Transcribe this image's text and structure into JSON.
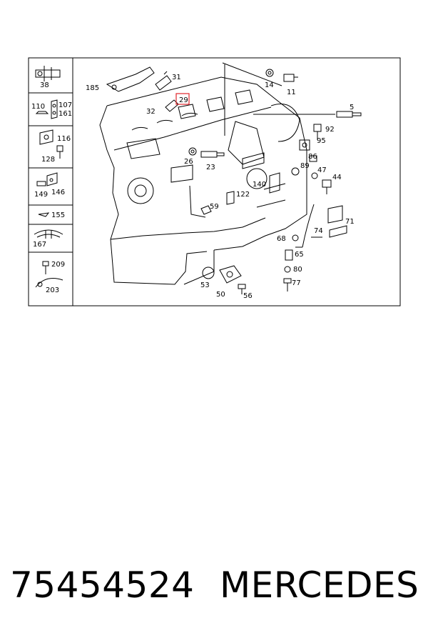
{
  "diagram": {
    "highlight_color": "#e0262b",
    "sidebar_callouts": [
      "38",
      "110",
      "107",
      "161",
      "116",
      "128",
      "149",
      "146",
      "155",
      "167",
      "209",
      "203"
    ],
    "callouts": {
      "c185": "185",
      "c31": "31",
      "c29": "29",
      "c32": "32",
      "c14": "14",
      "c11": "11",
      "c5": "5",
      "c92": "92",
      "c95": "95",
      "c86": "86",
      "c89": "89",
      "c47": "47",
      "c44": "44",
      "c26": "26",
      "c23": "23",
      "c140": "140",
      "c122": "122",
      "c59": "59",
      "c71": "71",
      "c74": "74",
      "c68": "68",
      "c65": "65",
      "c80": "80",
      "c77": "77",
      "c53": "53",
      "c50": "50",
      "c56": "56"
    },
    "highlighted_callout": "29"
  },
  "caption": {
    "part_number": "75454524",
    "brand": "MERCEDES"
  }
}
